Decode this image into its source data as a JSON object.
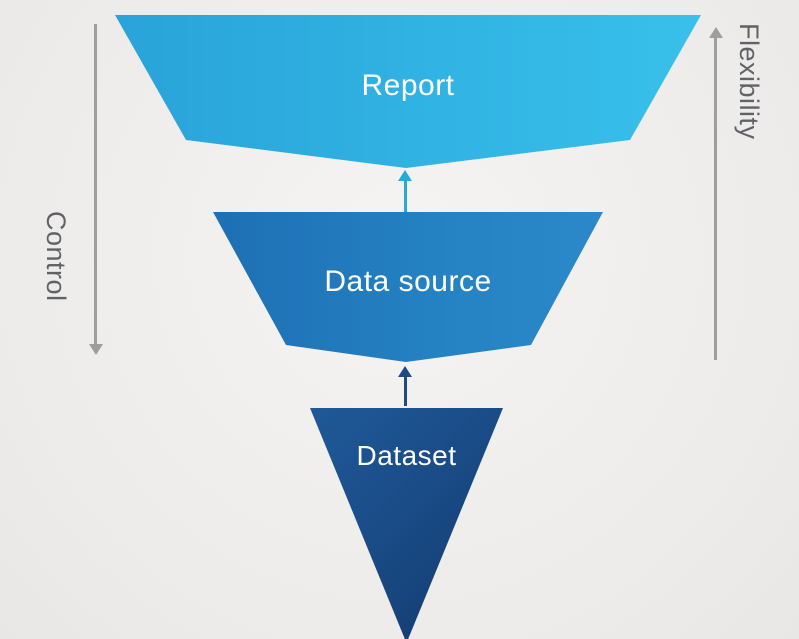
{
  "diagram": {
    "type": "inverted-funnel",
    "layers": [
      {
        "id": "report",
        "label": "Report",
        "color_start": "#29a3d9",
        "color_end": "#38c0ea"
      },
      {
        "id": "data-source",
        "label": "Data source",
        "color_start": "#1e6fb4",
        "color_end": "#2b89c9"
      },
      {
        "id": "dataset",
        "label": "Dataset",
        "color_start": "#1f5998",
        "color_end": "#12386b"
      }
    ],
    "connectors": [
      {
        "from": "dataset",
        "to": "data-source",
        "direction": "up",
        "color": "#1b4c86"
      },
      {
        "from": "data-source",
        "to": "report",
        "direction": "up",
        "color": "#2aa9d8"
      }
    ],
    "left_axis": {
      "label": "Control",
      "arrow_direction": "down",
      "color": "#9e9e9e"
    },
    "right_axis": {
      "label": "Flexibility",
      "arrow_direction": "up",
      "color": "#9e9e9e"
    },
    "label_text_color": "#ffffff",
    "axis_text_color": "#5f6368"
  }
}
